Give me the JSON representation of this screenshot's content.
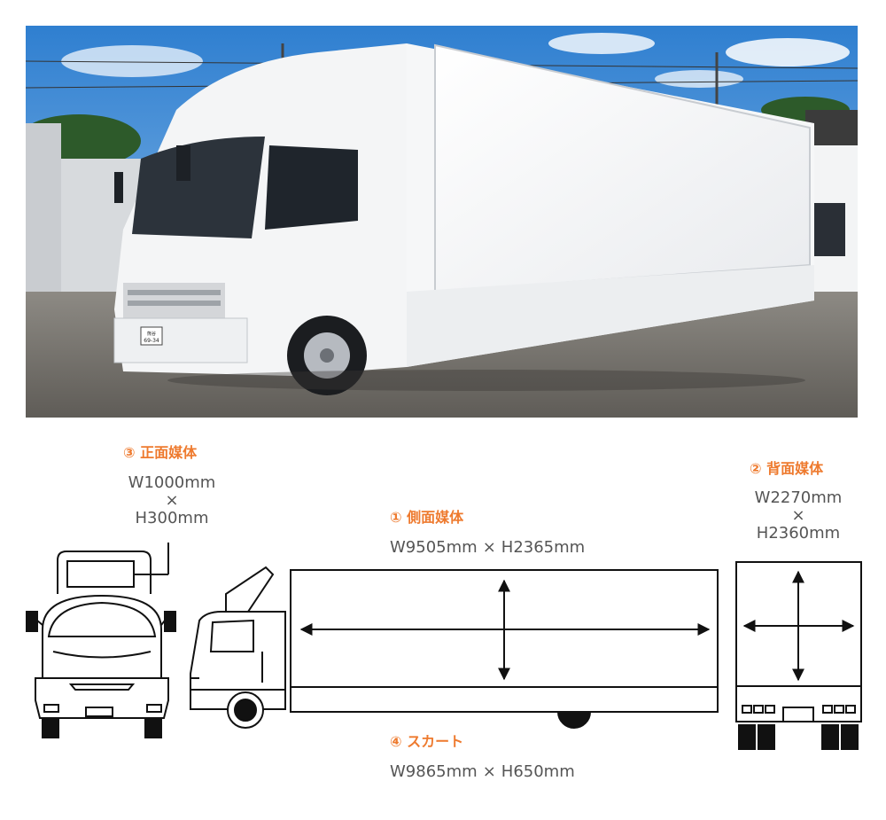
{
  "front_media": {
    "title": "③ 正面媒体",
    "width": "W1000mm",
    "times": "×",
    "height": "H300mm"
  },
  "back_media": {
    "title": "② 背面媒体",
    "width": "W2270mm",
    "times": "×",
    "height": "H2360mm"
  },
  "side_media": {
    "title": "① 側面媒体",
    "width": "W9505mm",
    "times": "×",
    "height": "H2365mm"
  },
  "skirt": {
    "title": "④ スカート",
    "width": "W9865mm",
    "times": "×",
    "height": "H650mm"
  },
  "photo": {
    "plate_line1": "熊谷",
    "plate_line2": "69-34"
  },
  "colors": {
    "accent": "#ee7a2e",
    "text": "#555555",
    "line": "#111111"
  }
}
